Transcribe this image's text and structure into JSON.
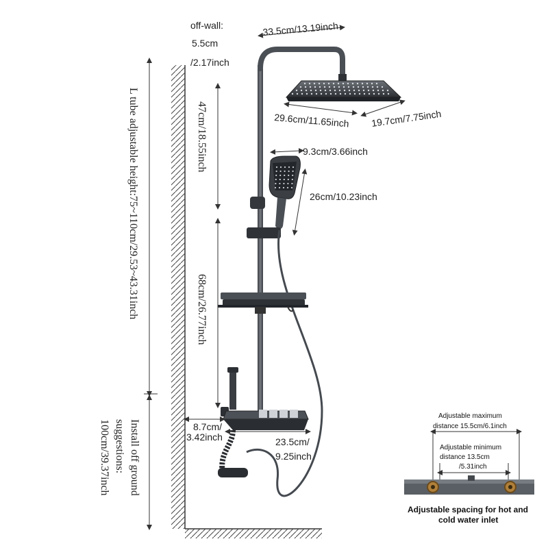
{
  "labels": {
    "off_wall_title": "off-wall:",
    "off_wall_cm": "5.5cm",
    "off_wall_inch": "/2.17inch",
    "head_width_top": "33.5cm/13.19inch",
    "head_length": "29.6cm/11.65inch",
    "head_depth": "19.7cm/7.75inch",
    "handheld_width": "9.3cm/3.66inch",
    "handheld_length": "26cm/10.23inch",
    "upper_height": "47cm/18.55inch",
    "lower_height": "68cm/26.77inch",
    "l_tube_height": "L tube adjustable height:75~110cm/29.53~43.31inch",
    "install_line1": "Install off ground",
    "install_line2": "suggestions:",
    "install_line3": "100cm/39.37inch",
    "spout_cm": "8.7cm/",
    "spout_inch": "3.42inch",
    "mixer_cm": "23.5cm/",
    "mixer_inch": "9.25inch"
  },
  "inset": {
    "max_line1": "Adjustable maximum",
    "max_line2": "distance 15.5cm/6.1inch",
    "min_line1": "Adjustable minimum",
    "min_line2": "distance 13.5cm",
    "min_line3": "/5.31inch",
    "caption_line1": "Adjustable spacing for hot and",
    "caption_line2": "cold water inlet"
  },
  "colors": {
    "metal": "#555a60",
    "metal_dark": "#2e3236",
    "line": "#333333",
    "brass": "#b0803a"
  }
}
